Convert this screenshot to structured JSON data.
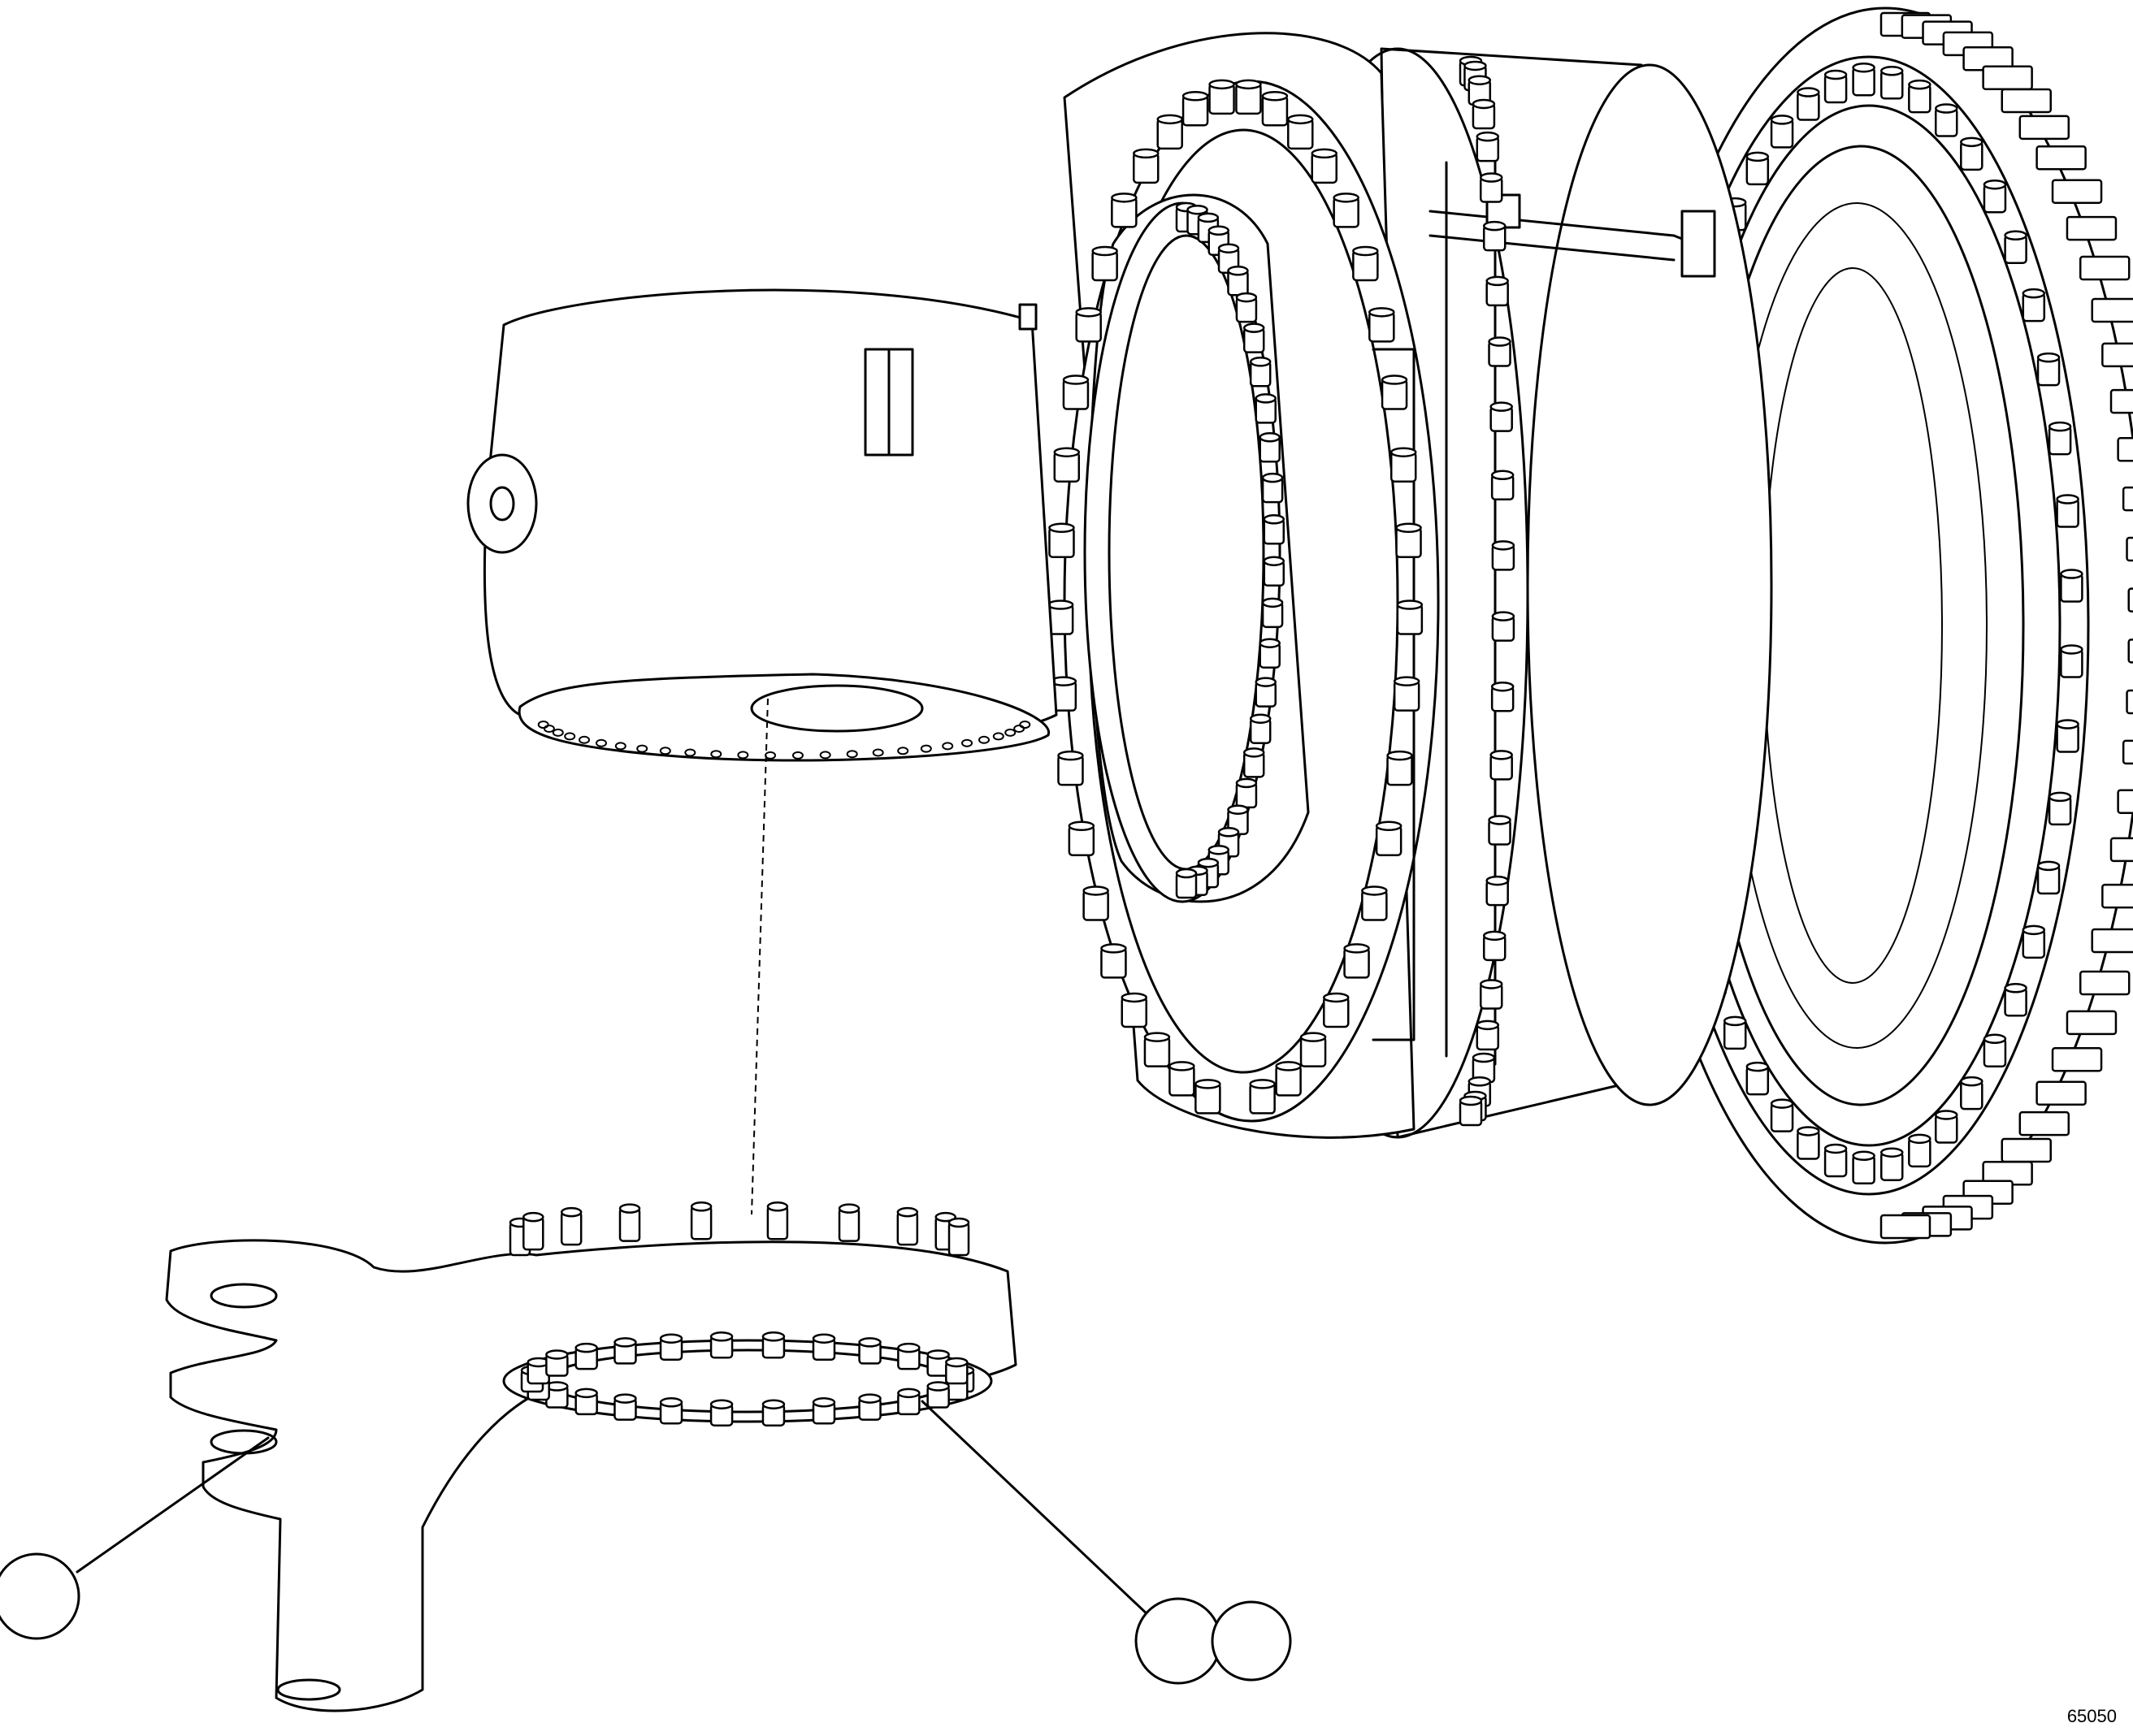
{
  "figure": {
    "id_label": "65050",
    "callouts": [
      {
        "name": "callout-left",
        "label": ""
      },
      {
        "name": "callout-right-a",
        "label": ""
      },
      {
        "name": "callout-right-b",
        "label": ""
      }
    ]
  }
}
